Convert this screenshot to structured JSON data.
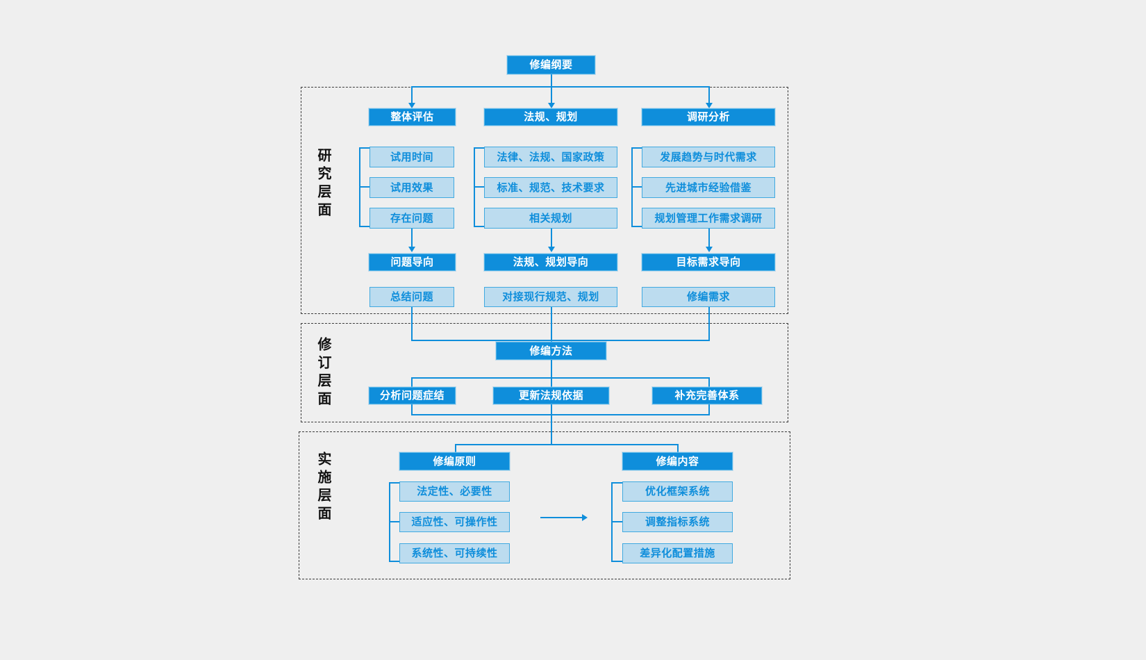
{
  "diagram": {
    "title": "修编纲要",
    "root": {
      "label": "修编纲要"
    },
    "sections": [
      {
        "id": "research",
        "label": "研究层面"
      },
      {
        "id": "revision",
        "label": "修订层面"
      },
      {
        "id": "implementation",
        "label": "实施层面"
      }
    ],
    "research": {
      "columns": [
        {
          "header": "整体评估",
          "items": [
            "试用时间",
            "试用效果",
            "存在问题"
          ],
          "orientation": "问题导向",
          "outcome": "总结问题"
        },
        {
          "header": "法规、规划",
          "items": [
            "法律、法规、国家政策",
            "标准、规范、技术要求",
            "相关规划"
          ],
          "orientation": "法规、规划导向",
          "outcome": "对接现行规范、规划"
        },
        {
          "header": "调研分析",
          "items": [
            "发展趋势与时代需求",
            "先进城市经验借鉴",
            "规划管理工作需求调研"
          ],
          "orientation": "目标需求导向",
          "outcome": "修编需求"
        }
      ]
    },
    "revision": {
      "header": "修编方法",
      "items": [
        "分析问题症结",
        "更新法规依据",
        "补充完善体系"
      ]
    },
    "implementation": {
      "groups": [
        {
          "header": "修编原则",
          "items": [
            "法定性、必要性",
            "适应性、可操作性",
            "系统性、可持续性"
          ]
        },
        {
          "header": "修编内容",
          "items": [
            "优化框架系统",
            "调整指标系统",
            "差异化配置措施"
          ]
        }
      ]
    },
    "colors": {
      "accent": "#0f8edb",
      "light_fill": "#bcdcef",
      "light_border": "#3fa9e0",
      "background": "#efefef",
      "frame": "#3a3a3a",
      "dark_text": "#ffffff"
    }
  }
}
